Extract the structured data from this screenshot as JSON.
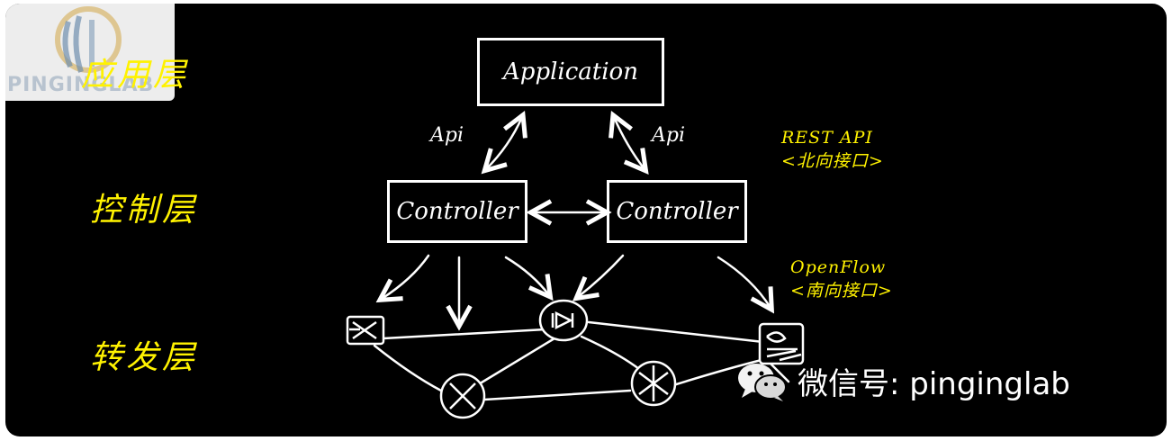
{
  "logo": {
    "text": "PINGINGLAB"
  },
  "layers": {
    "application": "应用层",
    "control": "控制层",
    "forwarding": "转发层"
  },
  "boxes": {
    "application": "Application",
    "controller_left": "Controller",
    "controller_right": "Controller"
  },
  "api_labels": {
    "left": "Api",
    "right": "Api"
  },
  "notes": {
    "northbound_line1": "REST API",
    "northbound_line2": "<北向接口>",
    "southbound_line1": "OpenFlow",
    "southbound_line2": "<南向接口>"
  },
  "watermark": {
    "text": "微信号: pinginglab",
    "icon": "wechat-icon"
  },
  "colors": {
    "background": "#000000",
    "chalk": "#ffffff",
    "highlight": "#fff200"
  }
}
